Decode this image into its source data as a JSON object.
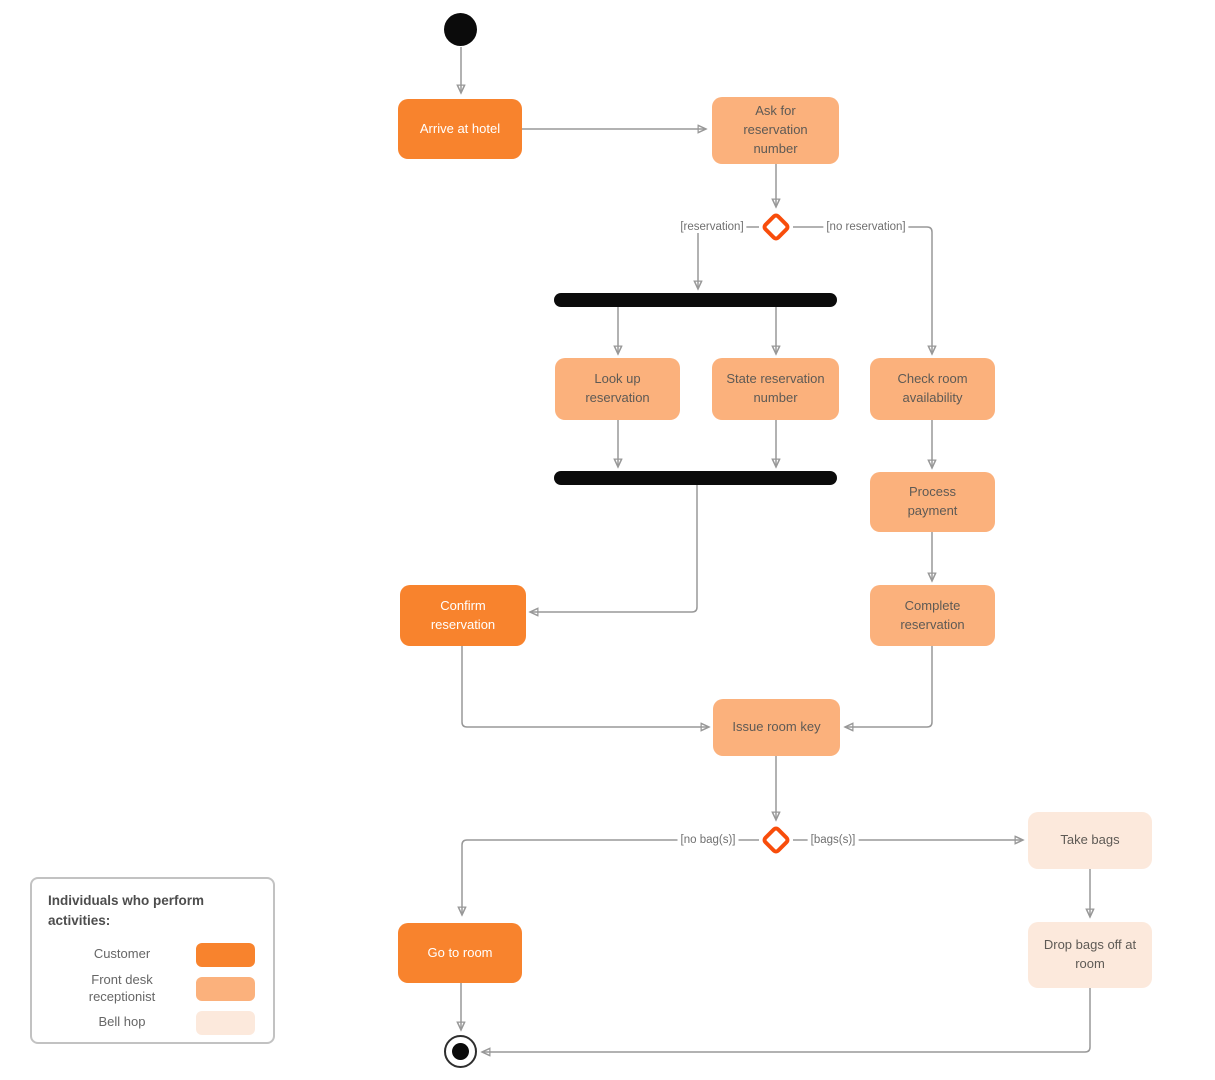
{
  "palette": {
    "customer": "#f8832d",
    "front_desk": "#fbb17c",
    "bell_hop": "#fce9dc",
    "decision_stroke": "#f84d0b",
    "bar_black": "#0b0b0b",
    "edge_gray": "#999999"
  },
  "nodes": {
    "arrive_at_hotel": {
      "label": "Arrive at hotel",
      "actor": "Customer"
    },
    "ask_for_reservation": {
      "label": "Ask for reservation number",
      "actor": "Front desk receptionist"
    },
    "look_up_reservation": {
      "label": "Look up reservation",
      "actor": "Front desk receptionist"
    },
    "state_reservation_number": {
      "label": "State reservation number",
      "actor": "Front desk receptionist"
    },
    "check_room_availability": {
      "label": "Check room availability",
      "actor": "Front desk receptionist"
    },
    "process_payment": {
      "label": "Process payment",
      "actor": "Front desk receptionist"
    },
    "confirm_reservation": {
      "label": "Confirm reservation",
      "actor": "Customer"
    },
    "complete_reservation": {
      "label": "Complete reservation",
      "actor": "Front desk receptionist"
    },
    "issue_room_key": {
      "label": "Issue room key",
      "actor": "Front desk receptionist"
    },
    "take_bags": {
      "label": "Take bags",
      "actor": "Bell hop"
    },
    "go_to_room": {
      "label": "Go to room",
      "actor": "Customer"
    },
    "drop_bags_off_at_room": {
      "label": "Drop bags off at room",
      "actor": "Bell hop"
    }
  },
  "edge_labels": {
    "reservation": "[reservation]",
    "no_reservation": "[no reservation]",
    "no_bags": "[no bag(s)]",
    "bags": "[bags(s)]"
  },
  "legend": {
    "title": "Individuals who perform activities:",
    "items": [
      {
        "label": "Customer",
        "color": "#f8832d"
      },
      {
        "label": "Front desk receptionist",
        "color": "#fbb17c"
      },
      {
        "label": "Bell hop",
        "color": "#fce9dc"
      }
    ]
  }
}
